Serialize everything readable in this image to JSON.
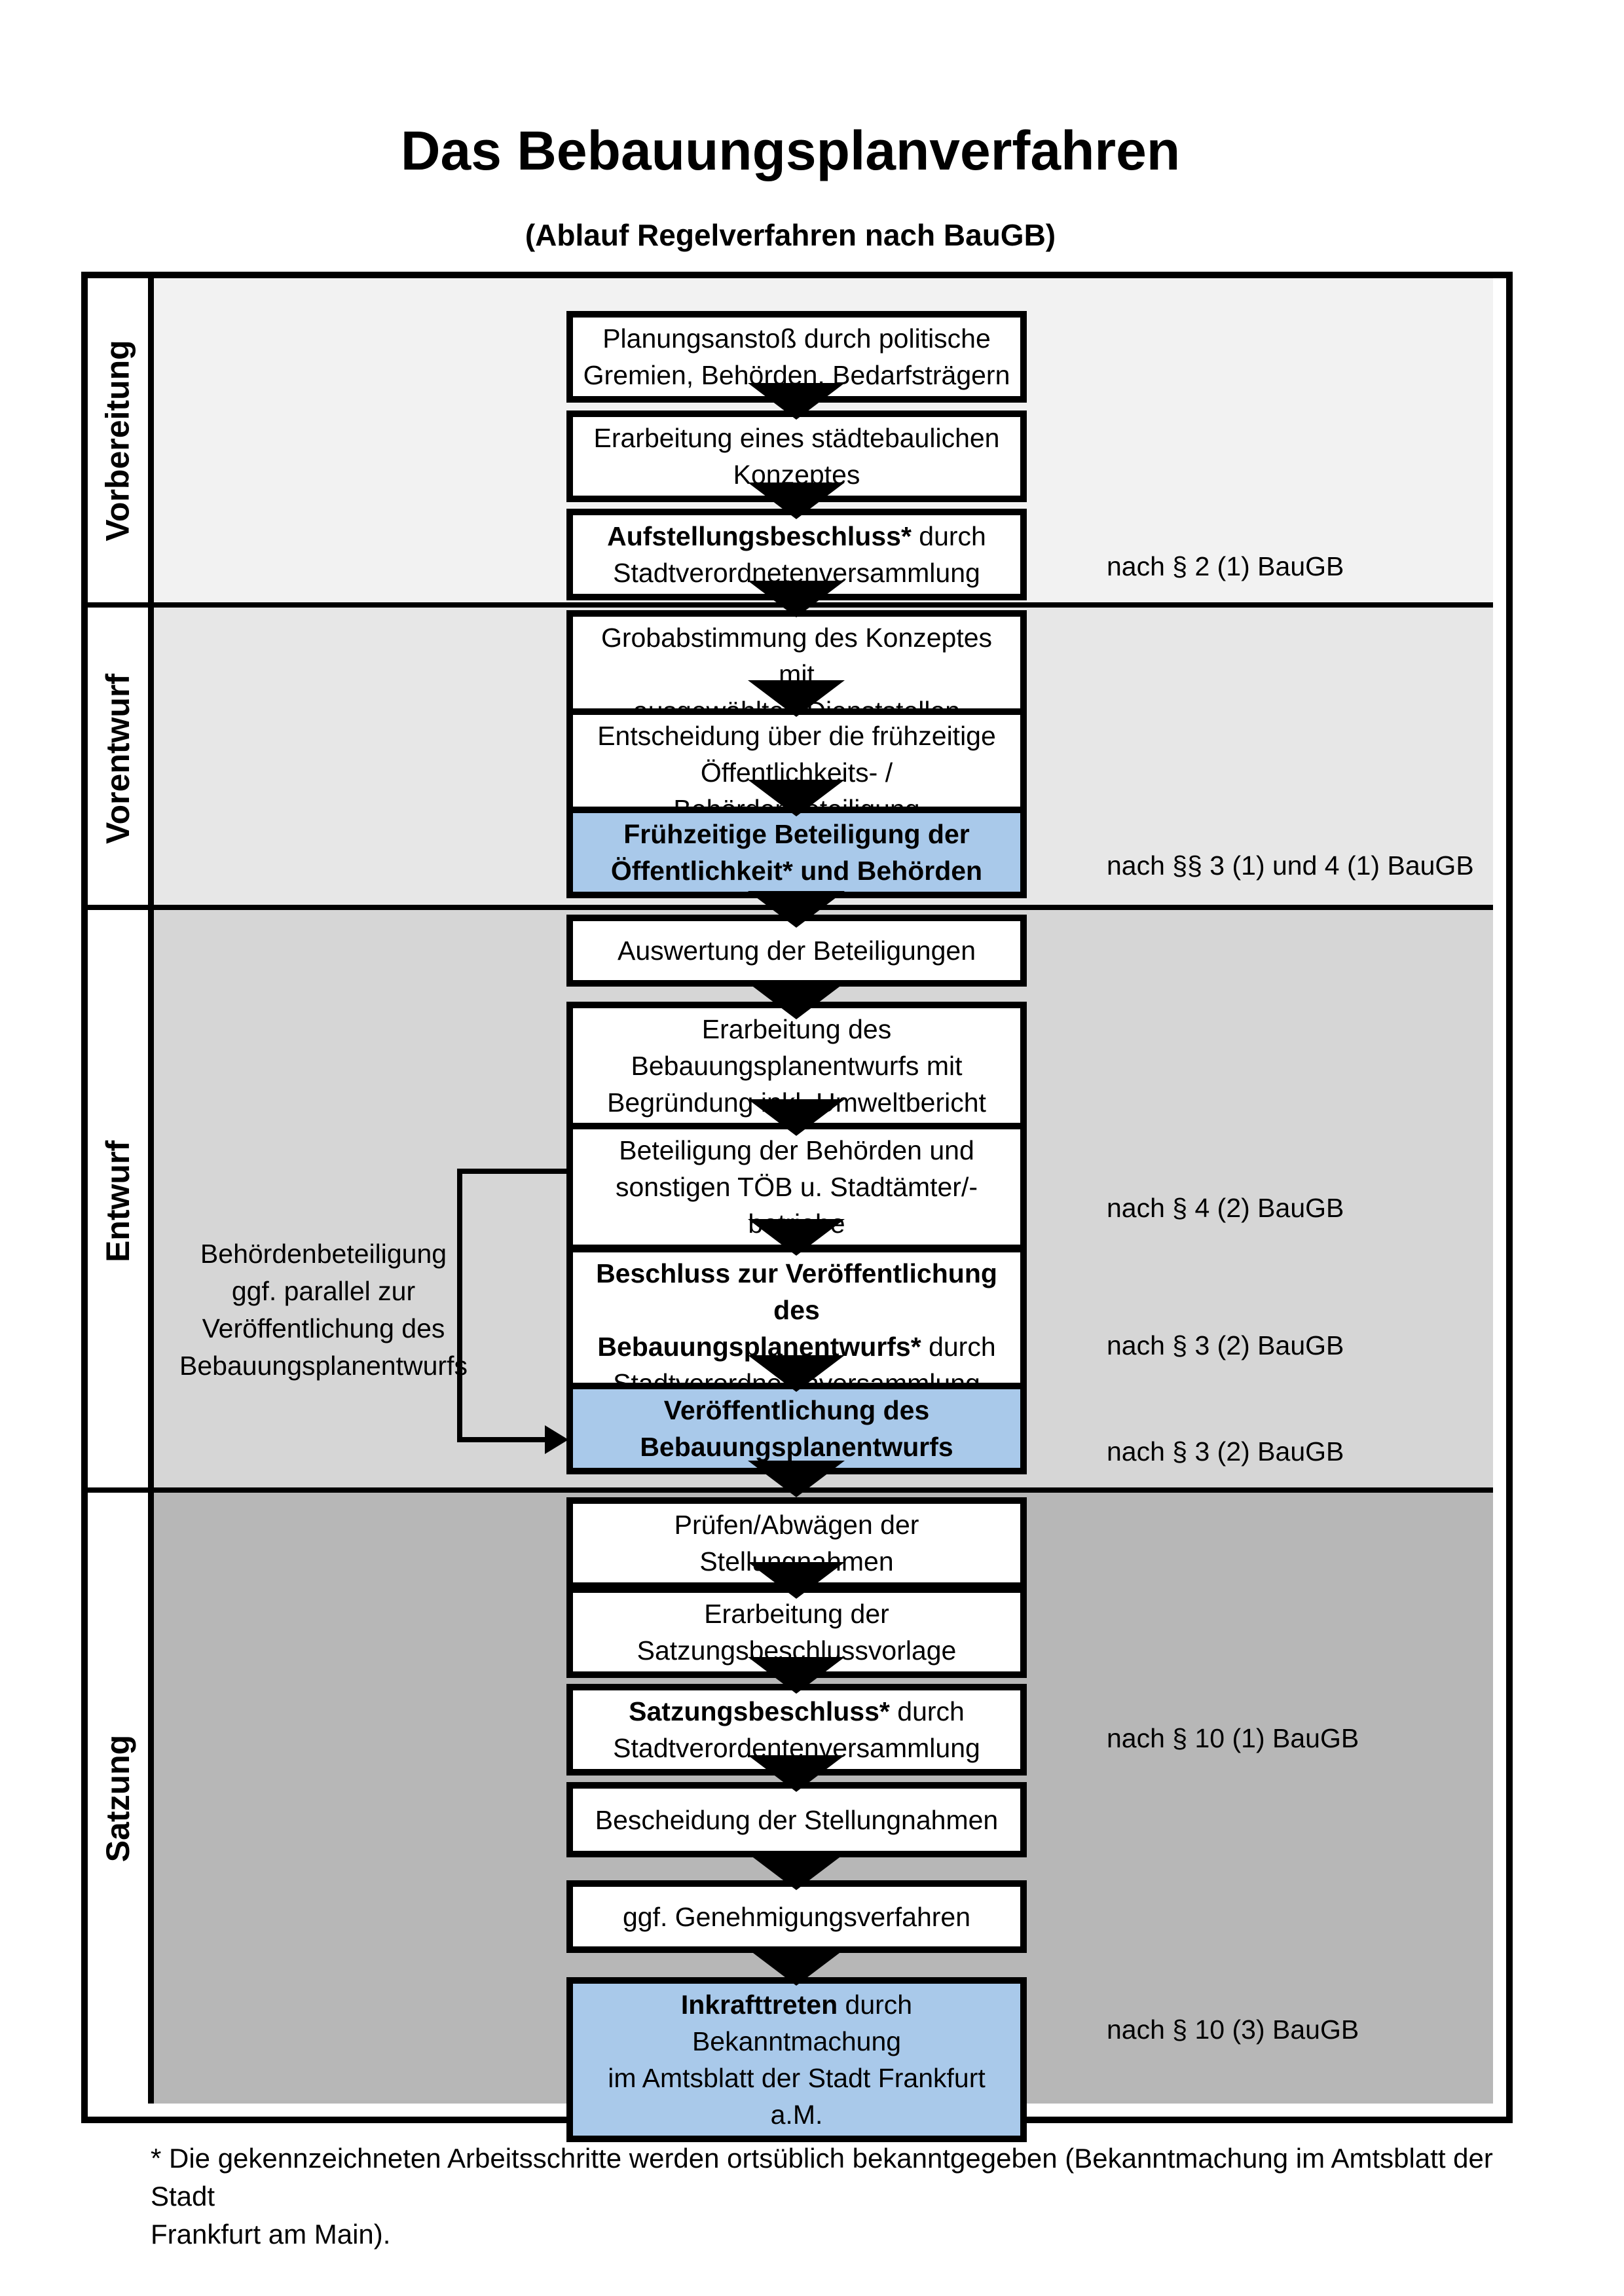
{
  "title": "Das Bebauungsplanverfahren",
  "subtitle": "(Ablauf Regelverfahren nach BauGB)",
  "phases": [
    {
      "label": "Vorbereitung"
    },
    {
      "label": "Vorentwurf"
    },
    {
      "label": "Entwurf"
    },
    {
      "label": "Satzung"
    }
  ],
  "boxes": [
    {
      "style": "white",
      "segments": [
        {
          "t": "Planungsanstoß durch politische\nGremien, Behörden, Bedarfsträgern",
          "bold": false
        }
      ]
    },
    {
      "style": "white",
      "segments": [
        {
          "t": "Erarbeitung eines städtebaulichen\nKonzeptes",
          "bold": false
        }
      ]
    },
    {
      "style": "white",
      "segments": [
        {
          "t": "Aufstellungsbeschluss*",
          "bold": true
        },
        {
          "t": " durch\nStadtverordnetenversammlung",
          "bold": false
        }
      ]
    },
    {
      "style": "white",
      "segments": [
        {
          "t": "Grobabstimmung des Konzeptes mit\nausgewählten Dienststellen",
          "bold": false
        }
      ]
    },
    {
      "style": "white",
      "segments": [
        {
          "t": "Entscheidung über die frühzeitige\nÖffentlichkeits- / Behördenbeteiligung",
          "bold": false
        }
      ]
    },
    {
      "style": "blue",
      "segments": [
        {
          "t": "Frühzeitige Beteiligung der\nÖffentlichkeit* und Behörden",
          "bold": true
        }
      ]
    },
    {
      "style": "white",
      "segments": [
        {
          "t": "Auswertung der Beteiligungen",
          "bold": false
        }
      ]
    },
    {
      "style": "white",
      "segments": [
        {
          "t": "Erarbeitung des\nBebauungsplanentwurfs mit\nBegründung inkl. Umweltbericht",
          "bold": false
        }
      ]
    },
    {
      "style": "white",
      "segments": [
        {
          "t": "Beteiligung der Behörden und\nsonstigen TÖB u. Stadtämter/-betriebe",
          "bold": false
        }
      ]
    },
    {
      "style": "white",
      "segments": [
        {
          "t": "Beschluss zur Veröffentlichung des\nBebauungsplanentwurfs*",
          "bold": true
        },
        {
          "t": " durch\nStadtverordnetenversammlung",
          "bold": false
        }
      ]
    },
    {
      "style": "blue",
      "segments": [
        {
          "t": "Veröffentlichung des\nBebauungsplanentwurfs",
          "bold": true
        }
      ]
    },
    {
      "style": "white",
      "segments": [
        {
          "t": "Prüfen/Abwägen der Stellungnahmen",
          "bold": false
        }
      ]
    },
    {
      "style": "white",
      "segments": [
        {
          "t": "Erarbeitung der\nSatzungsbeschlussvorlage",
          "bold": false
        }
      ]
    },
    {
      "style": "white",
      "segments": [
        {
          "t": "Satzungsbeschluss*",
          "bold": true
        },
        {
          "t": " durch\nStadtverordentenversammlung",
          "bold": false
        }
      ]
    },
    {
      "style": "white",
      "segments": [
        {
          "t": "Bescheidung der Stellungnahmen",
          "bold": false
        }
      ]
    },
    {
      "style": "white",
      "segments": [
        {
          "t": "ggf. Genehmigungsverfahren",
          "bold": false
        }
      ]
    },
    {
      "style": "blue",
      "segments": [
        {
          "t": "Inkrafttreten",
          "bold": true
        },
        {
          "t": " durch Bekanntmachung\nim Amtsblatt der Stadt Frankfurt a.M.",
          "bold": false
        }
      ]
    }
  ],
  "legal_refs": [
    {
      "text": "nach § 2 (1) BauGB"
    },
    {
      "text": "nach §§ 3 (1) und 4 (1) BauGB"
    },
    {
      "text": "nach § 4 (2) BauGB"
    },
    {
      "text": "nach § 3 (2) BauGB"
    },
    {
      "text": "nach § 3 (2) BauGB"
    },
    {
      "text": "nach § 10 (1) BauGB"
    },
    {
      "text": "nach § 10 (3) BauGB"
    }
  ],
  "annotation": {
    "text": "Behördenbeteiligung\nggf. parallel zur\nVeröffentlichung des\nBebauungsplanentwurfs"
  },
  "footnote": "* Die gekennzeichneten Arbeitsschritte werden ortsüblich bekanntgegeben (Bekanntmachung im Amtsblatt  der Stadt\nFrankfurt am Main).",
  "colors": {
    "band_vorbereitung": "#f2f2f2",
    "band_vorentwurf": "#e7e7e7",
    "band_entwurf": "#d6d6d6",
    "band_satzung": "#b7b7b7",
    "highlight_blue": "#a9c9ea",
    "border": "#000000"
  }
}
